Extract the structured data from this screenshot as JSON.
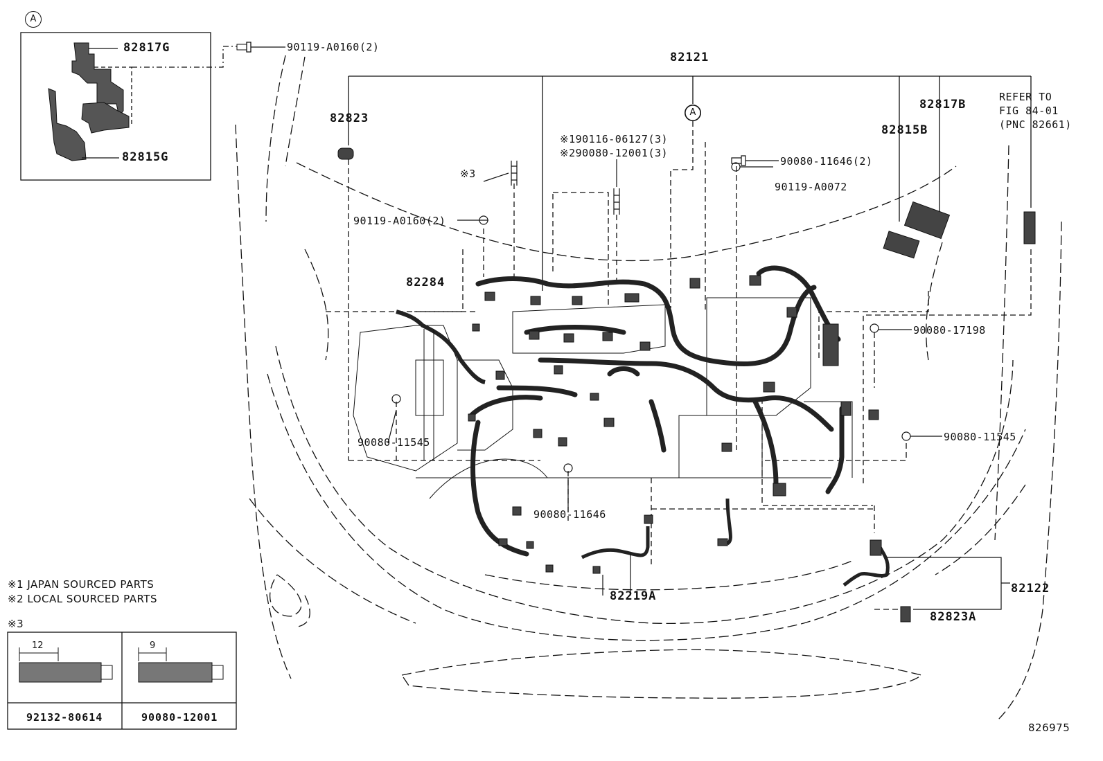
{
  "diagram_id": "826975",
  "callouts": {
    "a_marker": "A"
  },
  "detail_a": {
    "parts": [
      "82817G",
      "82815G"
    ]
  },
  "main": {
    "harness": "82121",
    "labels": {
      "p_82823": "82823",
      "p_82284": "82284",
      "p_82817B": "82817B",
      "p_82815B": "82815B",
      "p_82219A": "82219A",
      "p_82122": "82122",
      "p_82823A": "82823A",
      "bolt_top": "90119-A0160(2)",
      "bolt_mid": "90119-A0160(2)",
      "bolt_japan": "※190116-06127(3)",
      "bolt_local": "※290080-12001(3)",
      "note3_mark": "※3",
      "clip_11646_2": "90080-11646(2)",
      "clip_a0072": "90119-A0072",
      "clip_17198": "90080-17198",
      "clip_11545_left": "90080-11545",
      "clip_11545_right": "90080-11545",
      "clip_11646": "90080-11646"
    },
    "refer": [
      "REFER TO",
      "FIG 84-01",
      "(PNC 82661)"
    ]
  },
  "notes": {
    "n1": "※1 JAPAN SOURCED PARTS",
    "n2": "※2 LOCAL SOURCED PARTS",
    "n3": "※3"
  },
  "stud_table": {
    "left": {
      "dim": "12",
      "part": "92132-80614"
    },
    "right": {
      "dim": "9",
      "part": "90080-12001"
    }
  }
}
